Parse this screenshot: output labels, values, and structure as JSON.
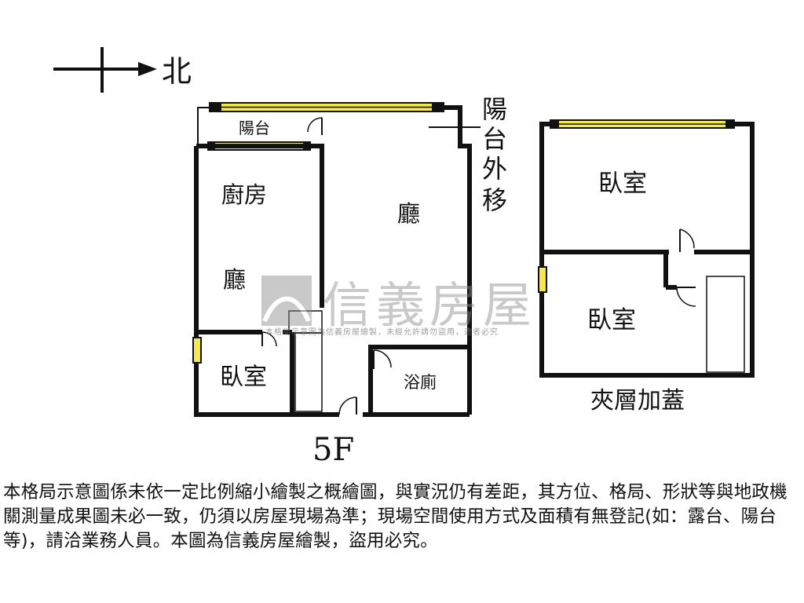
{
  "compass": {
    "north_label": "北"
  },
  "floor5f": {
    "label": "5F",
    "rooms": {
      "balcony": "陽台",
      "kitchen": "廚房",
      "living_left": "廳",
      "living_main": "廳",
      "bedroom": "臥室",
      "bathroom": "浴廁"
    },
    "balcony_note": [
      "陽",
      "台",
      "外",
      "移"
    ]
  },
  "mezzanine": {
    "label": "夾層加蓋",
    "rooms": {
      "bedroom_top": "臥室",
      "bedroom_bottom": "臥室"
    }
  },
  "watermark": {
    "brand": "信義房屋",
    "small_text": "本格局示意圖為信義房屋繪製，未經允許請勿盜用，違者必究"
  },
  "disclaimer": "本格局示意圖係未依一定比例縮小繪製之概繪圖，與實況仍有差距，其方位、格局、形狀等與地政機關測量成果圖未必一致，仍須以房屋現場為準；現場空間使用方式及面積有無登記(如：露台、陽台等)，請洽業務人員。本圖為信義房屋繪製，盜用必究。",
  "colors": {
    "window_fill": "#f4e84a",
    "wall": "#111111",
    "watermark": "#8a8a8a"
  }
}
